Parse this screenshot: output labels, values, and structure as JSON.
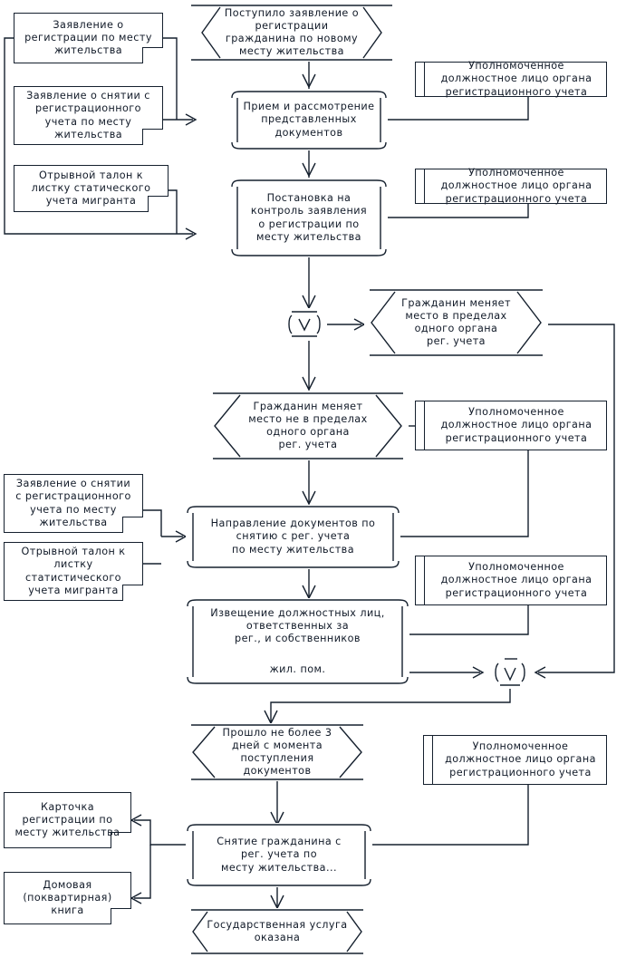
{
  "diagram": {
    "title": "Блок-схема: регистрация гражданина по новому месту жительства",
    "language": "ru",
    "line_color": "#15202e",
    "background": "#ffffff"
  },
  "nodes": {
    "start": {
      "kind": "terminator-hexagon",
      "label": "Поступило заявление о\nрегистрации\nгражданина по новому\nместу жительства"
    },
    "doc_registration_application": {
      "kind": "document",
      "label": "Заявление о\nрегистрации по месту\nжительства"
    },
    "doc_deregistration_application": {
      "kind": "document",
      "label": "Заявление о снятии с\nрегистрационного\nучета по месту\nжительства"
    },
    "doc_migrant_coupon_top": {
      "kind": "document",
      "label": "Отрывной талон к\nлистку статического\nучета мигранта"
    },
    "proc_intake": {
      "kind": "process",
      "label": "Прием и рассмотрение\nпредставленных\nдокументов"
    },
    "role_official_1": {
      "kind": "role",
      "label": "Уполномоченное\nдолжностное лицо органа\nрегистрационного учета"
    },
    "proc_control": {
      "kind": "process",
      "label": "Постановка на\nконтроль заявления\nо регистрации по\nместу жительства"
    },
    "role_official_2": {
      "kind": "role",
      "label": "Уполномоченное\nдолжностное лицо органа\nрегистрационного учета"
    },
    "junction_top": {
      "kind": "junction",
      "label": ""
    },
    "dec_same_authority": {
      "kind": "decision-hexagon",
      "label": "Гражданин меняет\nместо в пределах\nодного органа\nрег. учета"
    },
    "dec_other_authority": {
      "kind": "decision-hexagon",
      "label": "Гражданин меняет\nместо не в пределах\nодного органа\nрег. учета"
    },
    "role_official_3": {
      "kind": "role",
      "label": "Уполномоченное\nдолжностное лицо органа\nрегистрационного учета"
    },
    "doc_deregistration_application_2": {
      "kind": "document",
      "label": "Заявление о снятии\nс регистрационного\nучета по месту\nжительства"
    },
    "doc_migrant_coupon_bottom": {
      "kind": "document",
      "label": "Отрывной талон к\nлистку\nстатистического\nучета мигранта"
    },
    "proc_send_documents": {
      "kind": "process",
      "label": "Направление документов по\nснятию с рег. учета\nпо месту жительства"
    },
    "role_official_4": {
      "kind": "role",
      "label": "Уполномоченное\nдолжностное лицо органа\nрегистрационного учета"
    },
    "proc_notify": {
      "kind": "process",
      "label": "Извещение должностных лиц,\nответственных за\nрег., и собственников",
      "label2": "жил. пом."
    },
    "junction_right": {
      "kind": "junction",
      "label": ""
    },
    "junction_right_dash": {
      "kind": "dash",
      "label": "—"
    },
    "dec_three_days": {
      "kind": "decision-hexagon",
      "label": "Прошло не более 3\nдней с момента\nпоступления\nдокументов"
    },
    "role_official_5": {
      "kind": "role",
      "label": "Уполномоченное\nдолжностное лицо органа\nрегистрационного учета"
    },
    "doc_registration_card": {
      "kind": "document",
      "label": "Карточка\nрегистрации по\nместу жительства"
    },
    "doc_house_book": {
      "kind": "document",
      "label": "Домовая\n(поквартирная)\nкнига"
    },
    "proc_deregister": {
      "kind": "process",
      "label": "Снятие гражданина с\nрег. учета по\nместу жительства..."
    },
    "end": {
      "kind": "terminator-hexagon",
      "label": "Государственная услуга\nоказана"
    }
  }
}
